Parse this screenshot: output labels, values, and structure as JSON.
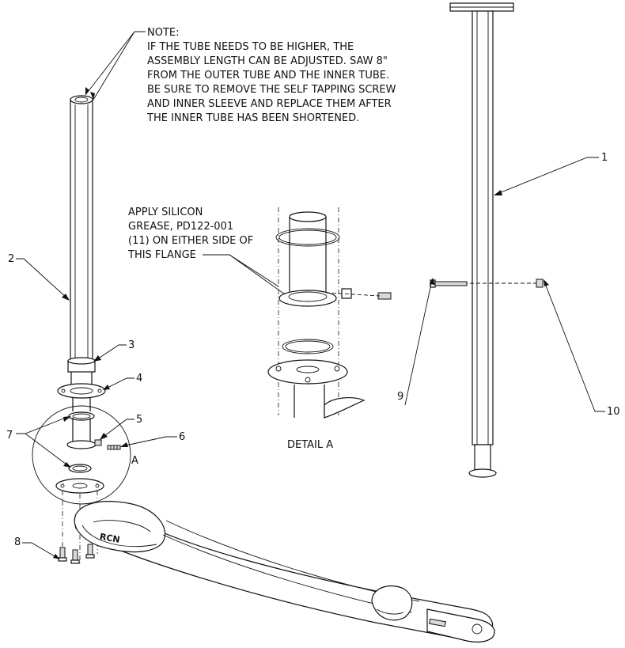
{
  "note": {
    "title": "NOTE:",
    "lines": [
      "IF THE TUBE NEEDS TO BE HIGHER, THE",
      "ASSEMBLY LENGTH CAN BE ADJUSTED. SAW 8\"",
      "FROM THE OUTER TUBE AND THE INNER TUBE.",
      "BE SURE TO REMOVE THE SELF TAPPING SCREW",
      "AND INNER SLEEVE AND REPLACE THEM AFTER",
      "THE INNER TUBE HAS BEEN SHORTENED."
    ]
  },
  "grease_note": {
    "lines": [
      "APPLY SILICON",
      "GREASE, PD122-001",
      "(11) ON EITHER SIDE OF",
      "THIS FLANGE"
    ]
  },
  "detail": {
    "title": "DETAIL A",
    "marker": "A"
  },
  "arm_logo": "RCN",
  "callouts": [
    "1",
    "2",
    "3",
    "4",
    "5",
    "6",
    "7",
    "8",
    "9",
    "10"
  ]
}
